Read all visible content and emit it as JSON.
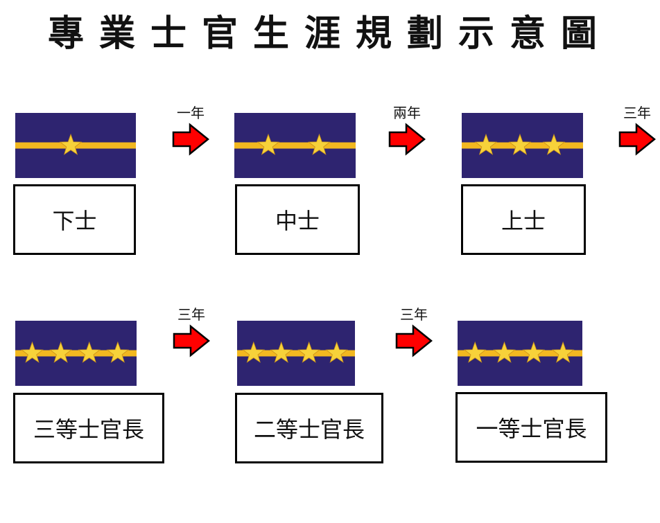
{
  "title": "專業士官生涯規劃示意圖",
  "colors": {
    "insignia_background": "#2e2470",
    "insignia_stripe": "#f2b820",
    "insignia_star": "#f7d23a",
    "arrow_fill": "#ff0000",
    "arrow_outline": "#000000"
  },
  "ranks": [
    {
      "name": "下士",
      "stars": 1
    },
    {
      "name": "中士",
      "stars": 2
    },
    {
      "name": "上士",
      "stars": 3
    },
    {
      "name": "三等士官長",
      "stars": 4
    },
    {
      "name": "二等士官長",
      "stars": 4
    },
    {
      "name": "一等士官長",
      "stars": 4
    }
  ],
  "steps": [
    {
      "label": "一年"
    },
    {
      "label": "兩年"
    },
    {
      "label": "三年"
    },
    {
      "label": "三年"
    },
    {
      "label": "三年"
    }
  ]
}
